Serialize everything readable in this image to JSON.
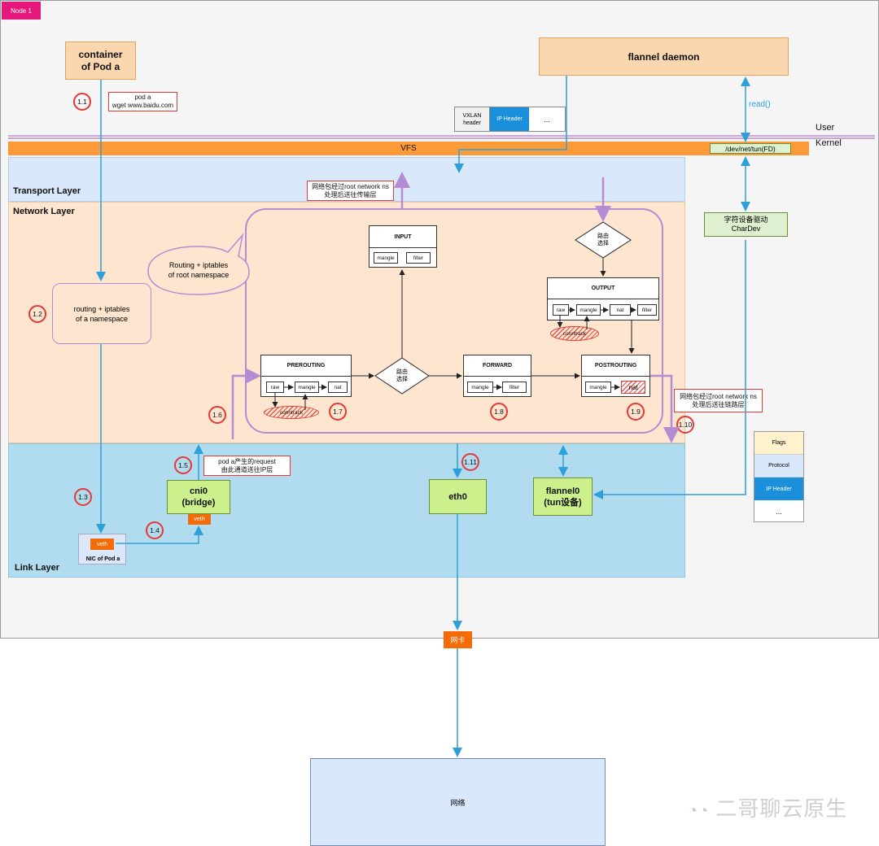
{
  "node": {
    "tag": "Node 1"
  },
  "layers": {
    "transport": "Transport Layer",
    "network": "Network Layer",
    "link": "Link Layer",
    "vfs": "VFS",
    "user": "User",
    "kernel": "Kernel"
  },
  "boxes": {
    "container": "container\nof Pod a",
    "flannel_daemon": "flannel daemon",
    "dev_tun": "/dev/net/tun(FD)",
    "read": "read()",
    "chardev": "字符设备驱动\nCharDev",
    "ns_routing": "routing + iptables\nof a namespace",
    "root_bubble": "Routing + iptables\nof root namespace",
    "cni0": "cni0\n(bridge)",
    "cni_veth": "veth",
    "veth": "veth",
    "nic": "NIC of Pod a",
    "eth0": "eth0",
    "flannel0": "flannel0\n(tun设备)",
    "nic_card": "网卡",
    "network": "网络",
    "watermark": "二哥聊云原生"
  },
  "packet_top": {
    "vxlan": "VXLAN\nheader",
    "ip": "IP Header",
    "more": "..."
  },
  "packet_side": {
    "flags": "Flags",
    "protocol": "Protocol",
    "ip": "IP Header",
    "more": "..."
  },
  "notes": {
    "n11": "pod a\nwget www.baidu.com",
    "n15": "pod a产生的request\n由此通道送往IP层",
    "transport": "网络包经过root network ns\n处理后送往传输层",
    "link": "网络包经过root network ns\n处理后送往链路层"
  },
  "chains": {
    "input": {
      "title": "INPUT",
      "items": [
        "mangle",
        "filter"
      ]
    },
    "output": {
      "title": "OUTPUT",
      "items": [
        "raw",
        "mangle",
        "nat",
        "filter"
      ]
    },
    "prerouting": {
      "title": "PREROUTING",
      "items": [
        "raw",
        "mangle",
        "nat"
      ]
    },
    "forward": {
      "title": "FORWARD",
      "items": [
        "mangle",
        "filter"
      ]
    },
    "postrouting": {
      "title": "POSTROUTING",
      "items": [
        "mangle",
        "nat"
      ]
    },
    "conntrack": "conntrack",
    "route1": "路由\n选择",
    "route2": "路由\n选择"
  },
  "steps": [
    "1.1",
    "1.2",
    "1.3",
    "1.4",
    "1.5",
    "1.6",
    "1.7",
    "1.8",
    "1.9",
    "1.10",
    "1.11"
  ],
  "colors": {
    "blue_arrow": "#2d9fd9",
    "purple": "#b48cd3",
    "red": "#e53935",
    "vfs": "#fb9a36"
  }
}
